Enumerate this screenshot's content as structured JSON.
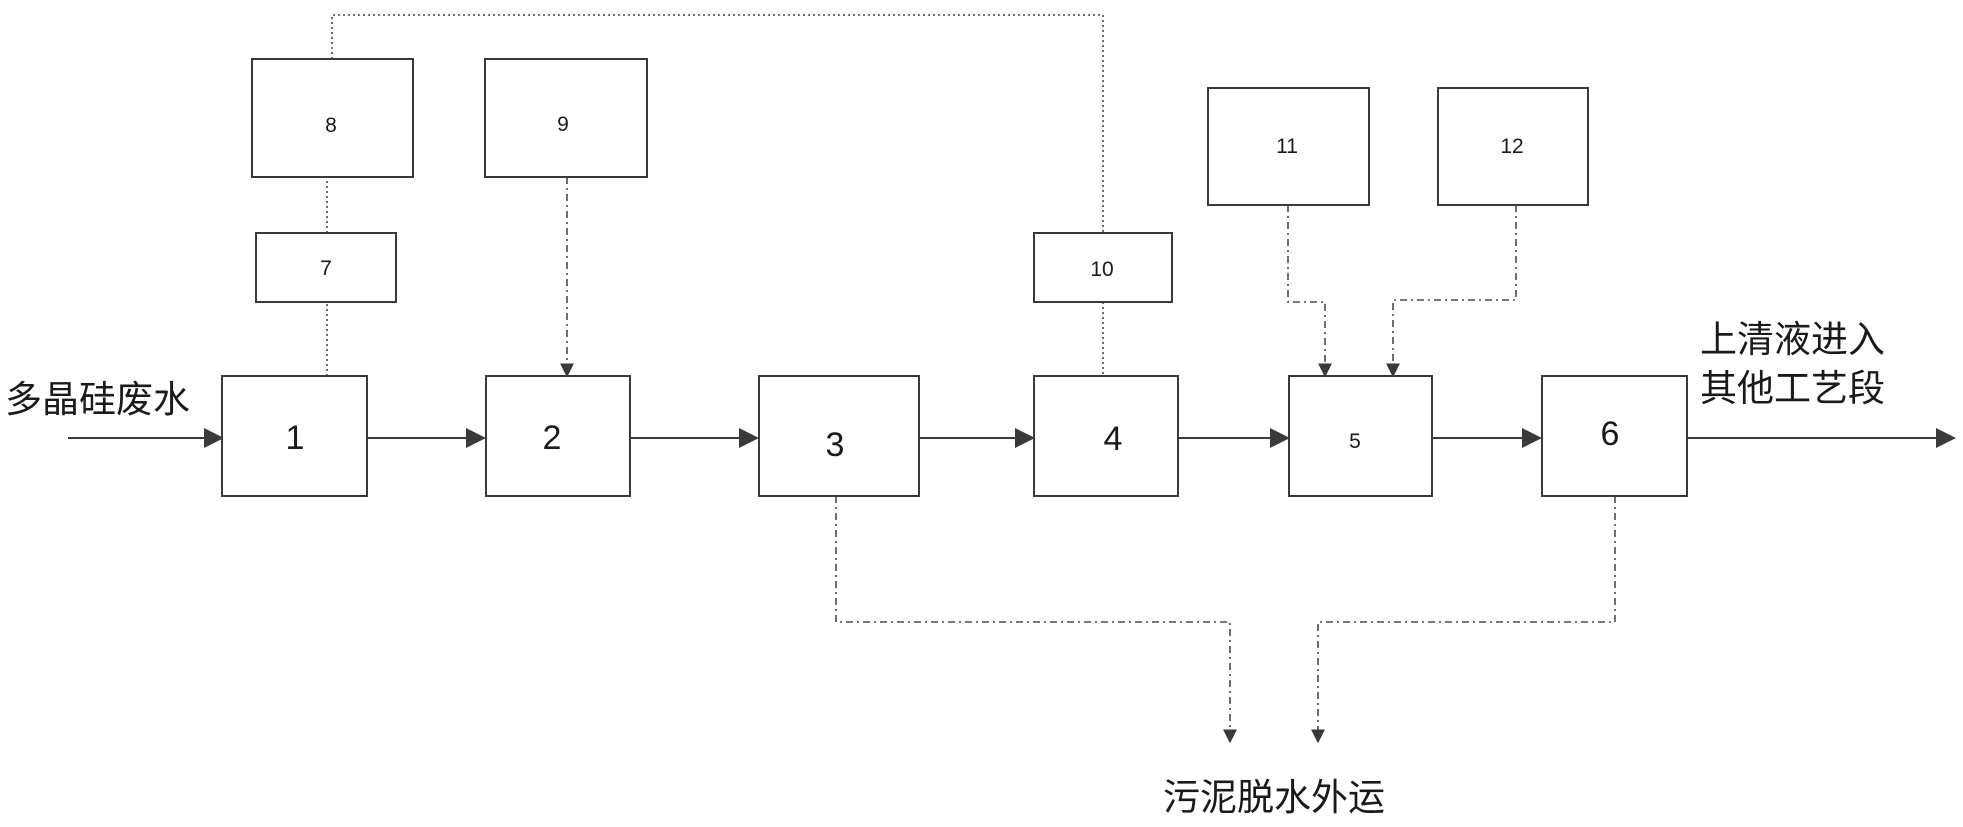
{
  "units": [
    {
      "id": "1",
      "label": "1"
    },
    {
      "id": "2",
      "label": "2"
    },
    {
      "id": "3",
      "label": "3"
    },
    {
      "id": "4",
      "label": "4"
    },
    {
      "id": "5",
      "label": "5"
    },
    {
      "id": "6",
      "label": "6"
    },
    {
      "id": "7",
      "label": "7"
    },
    {
      "id": "8",
      "label": "8"
    },
    {
      "id": "9",
      "label": "9"
    },
    {
      "id": "10",
      "label": "10"
    },
    {
      "id": "11",
      "label": "11"
    },
    {
      "id": "12",
      "label": "12"
    }
  ],
  "texts": {
    "inlet": "多晶硅废水",
    "outlet_line1": "上清液进入",
    "outlet_line2": "其他工艺段",
    "sludge": "污泥脱水外运"
  },
  "connections": [
    {
      "from": "inlet",
      "to": "1",
      "style": "solid"
    },
    {
      "from": "1",
      "to": "2",
      "style": "solid"
    },
    {
      "from": "2",
      "to": "3",
      "style": "solid"
    },
    {
      "from": "3",
      "to": "4",
      "style": "solid"
    },
    {
      "from": "4",
      "to": "5",
      "style": "solid"
    },
    {
      "from": "5",
      "to": "6",
      "style": "solid"
    },
    {
      "from": "6",
      "to": "outlet",
      "style": "solid"
    },
    {
      "from": "1",
      "to": "7",
      "style": "dotted"
    },
    {
      "from": "7",
      "to": "8",
      "style": "dotted"
    },
    {
      "from": "8",
      "to": "10",
      "style": "dotted"
    },
    {
      "from": "10",
      "to": "4",
      "style": "dotted"
    },
    {
      "from": "9",
      "to": "2",
      "style": "dash-dot"
    },
    {
      "from": "11",
      "to": "5",
      "style": "dash-dot"
    },
    {
      "from": "12",
      "to": "5",
      "style": "dash-dot"
    },
    {
      "from": "3",
      "to": "sludge",
      "style": "dash-dot"
    },
    {
      "from": "6",
      "to": "sludge",
      "style": "dash-dot"
    }
  ]
}
